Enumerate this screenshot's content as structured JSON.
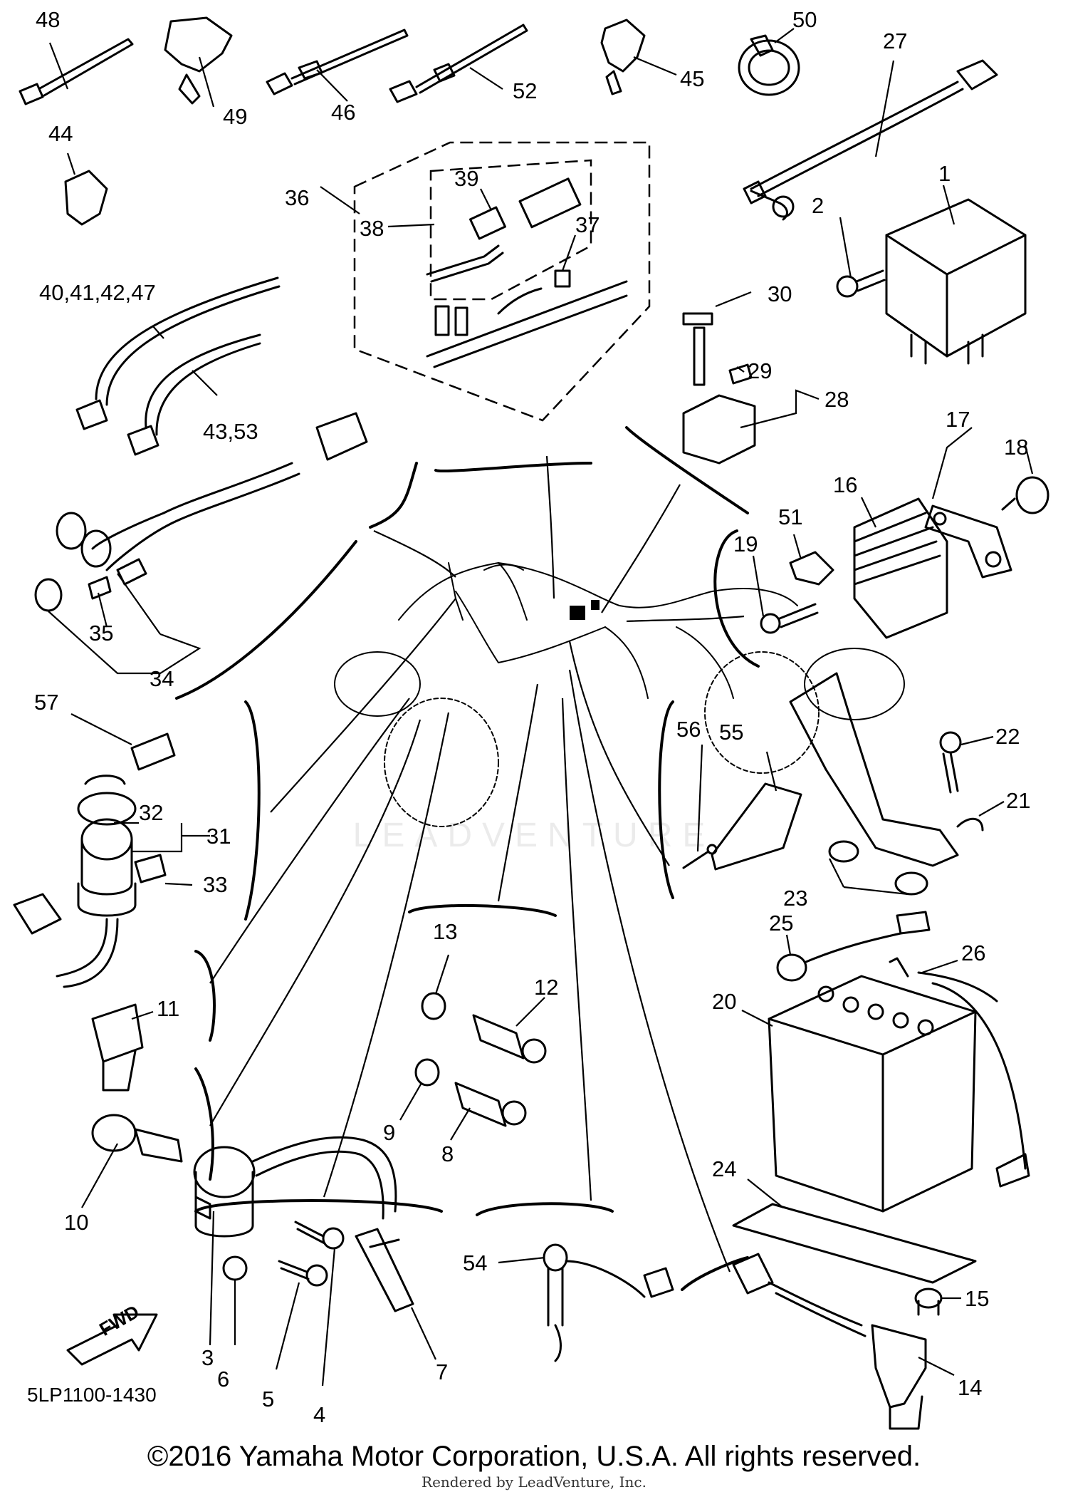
{
  "callouts": [
    "48",
    "49",
    "46",
    "52",
    "45",
    "50",
    "27",
    "44",
    "36",
    "38",
    "39",
    "37",
    "1",
    "2",
    "40,41,42,47",
    "43,53",
    "30",
    "29",
    "28",
    "17",
    "18",
    "16",
    "51",
    "19",
    "35",
    "34",
    "57",
    "32",
    "31",
    "33",
    "55",
    "56",
    "22",
    "21",
    "23",
    "25",
    "26",
    "20",
    "11",
    "13",
    "12",
    "9",
    "8",
    "10",
    "24",
    "54",
    "15",
    "14",
    "3",
    "6",
    "5",
    "4",
    "7"
  ],
  "direction_arrow": "FWD",
  "part_code": "5LP1100-1430",
  "copyright": "©2016 Yamaha Motor Corporation, U.S.A. All rights reserved.",
  "rendered_by": "Rendered by LeadVenture, Inc.",
  "watermark": "LEADVENTURE"
}
